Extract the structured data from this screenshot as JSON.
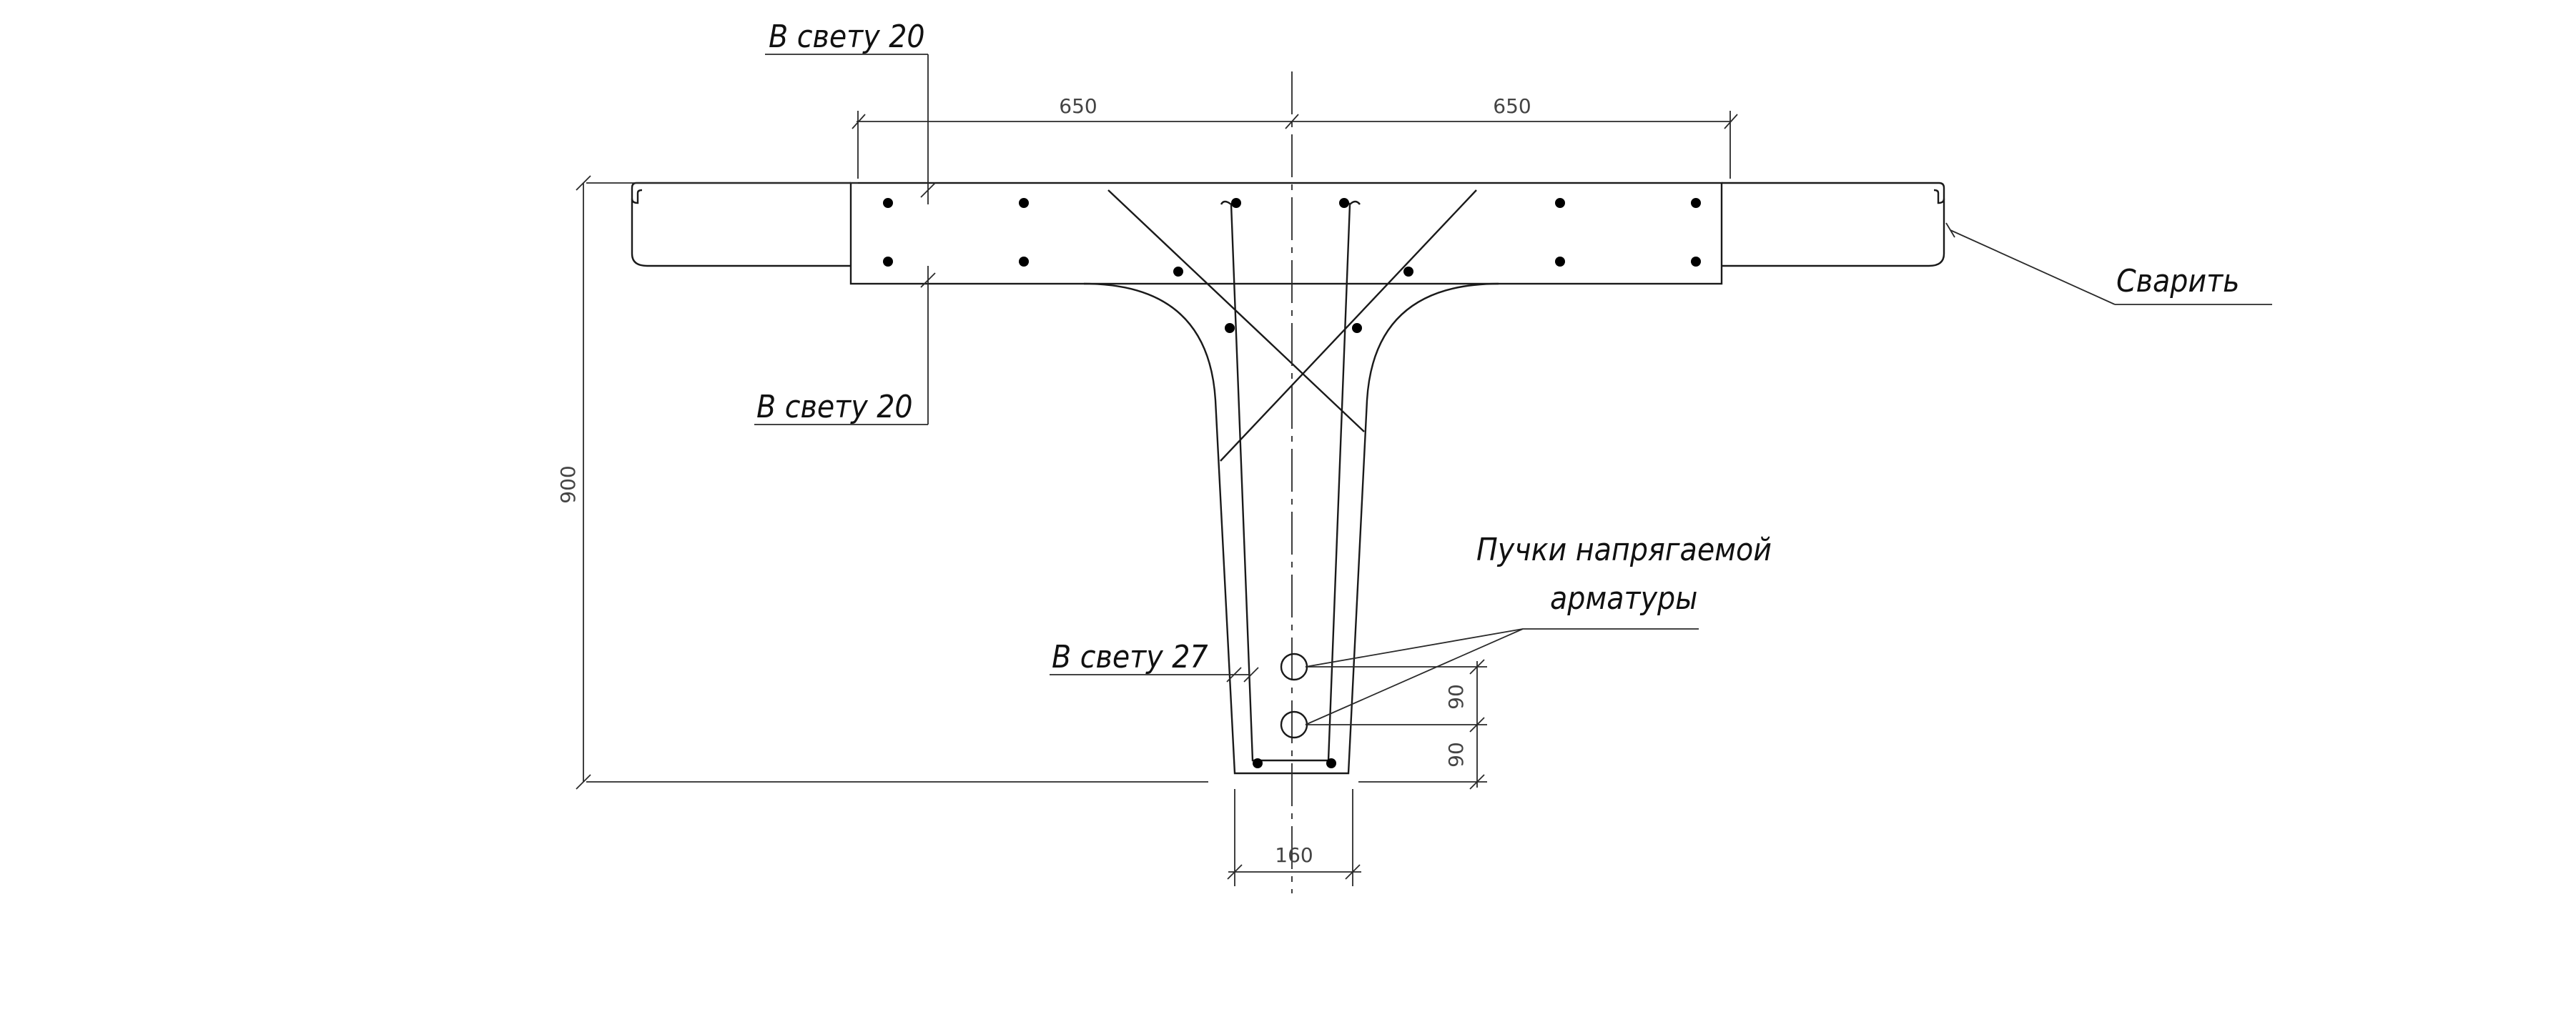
{
  "labels": {
    "clear_top": "В свету 20",
    "clear_bottom": "В свету 20",
    "clear_web": "В свету 27",
    "weld": "Сварить",
    "tendons_line1": "Пучки напрягаемой",
    "tendons_line2": "арматуры"
  },
  "dimensions": {
    "flange_left": "650",
    "flange_right": "650",
    "height": "900",
    "web_bottom_width": "160",
    "tendon_spacing_upper": "90",
    "tendon_spacing_lower": "90"
  }
}
